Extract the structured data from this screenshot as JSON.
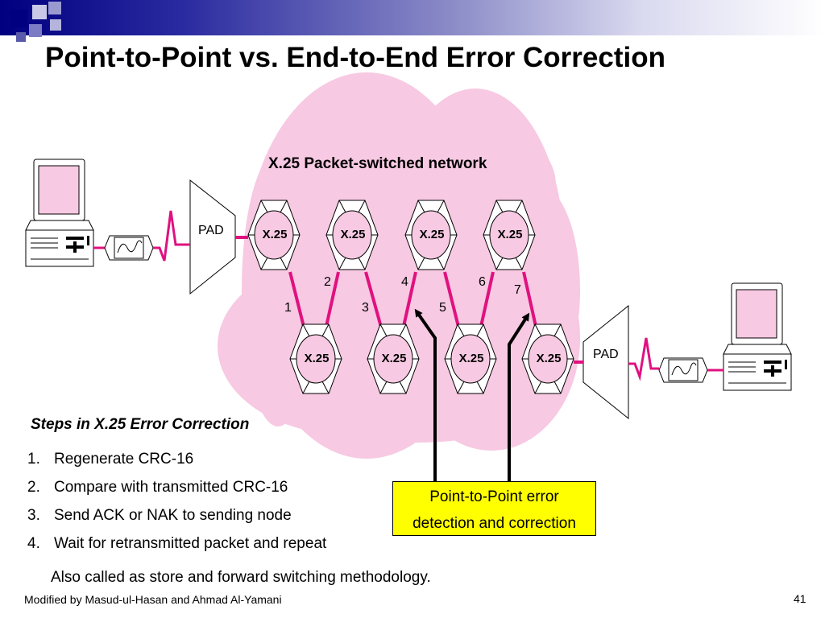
{
  "title": "Point-to-Point vs. End-to-End Error Correction",
  "network": {
    "label": "X.25 Packet-switched network",
    "top_nodes": [
      "X.25",
      "X.25",
      "X.25",
      "X.25"
    ],
    "bottom_nodes": [
      "X.25",
      "X.25",
      "X.25",
      "X.25"
    ],
    "link_numbers": [
      "1",
      "2",
      "3",
      "4",
      "5",
      "6",
      "7"
    ]
  },
  "pad_left": "PAD",
  "pad_right": "PAD",
  "steps": {
    "heading": "Steps in X.25 Error Correction",
    "items": [
      {
        "num": "1.",
        "text": "Regenerate CRC-16"
      },
      {
        "num": "2.",
        "text": "Compare with transmitted CRC-16"
      },
      {
        "num": "3.",
        "text": "Send ACK or NAK to sending node"
      },
      {
        "num": "4.",
        "text": "Wait for retransmitted packet and repeat"
      }
    ]
  },
  "callout": {
    "line1": "Point-to-Point error",
    "line2": "detection and correction"
  },
  "note": "Also called as store and forward switching methodology.",
  "footer": "Modified by Masud-ul-Hasan and Ahmad Al-Yamani",
  "page_number": "41",
  "colors": {
    "cloud": "#f7c9e2",
    "link": "#e0117f",
    "node_fill": "#f7c9e2",
    "callout_bg": "#ffff00",
    "header_dark": "#000080"
  }
}
